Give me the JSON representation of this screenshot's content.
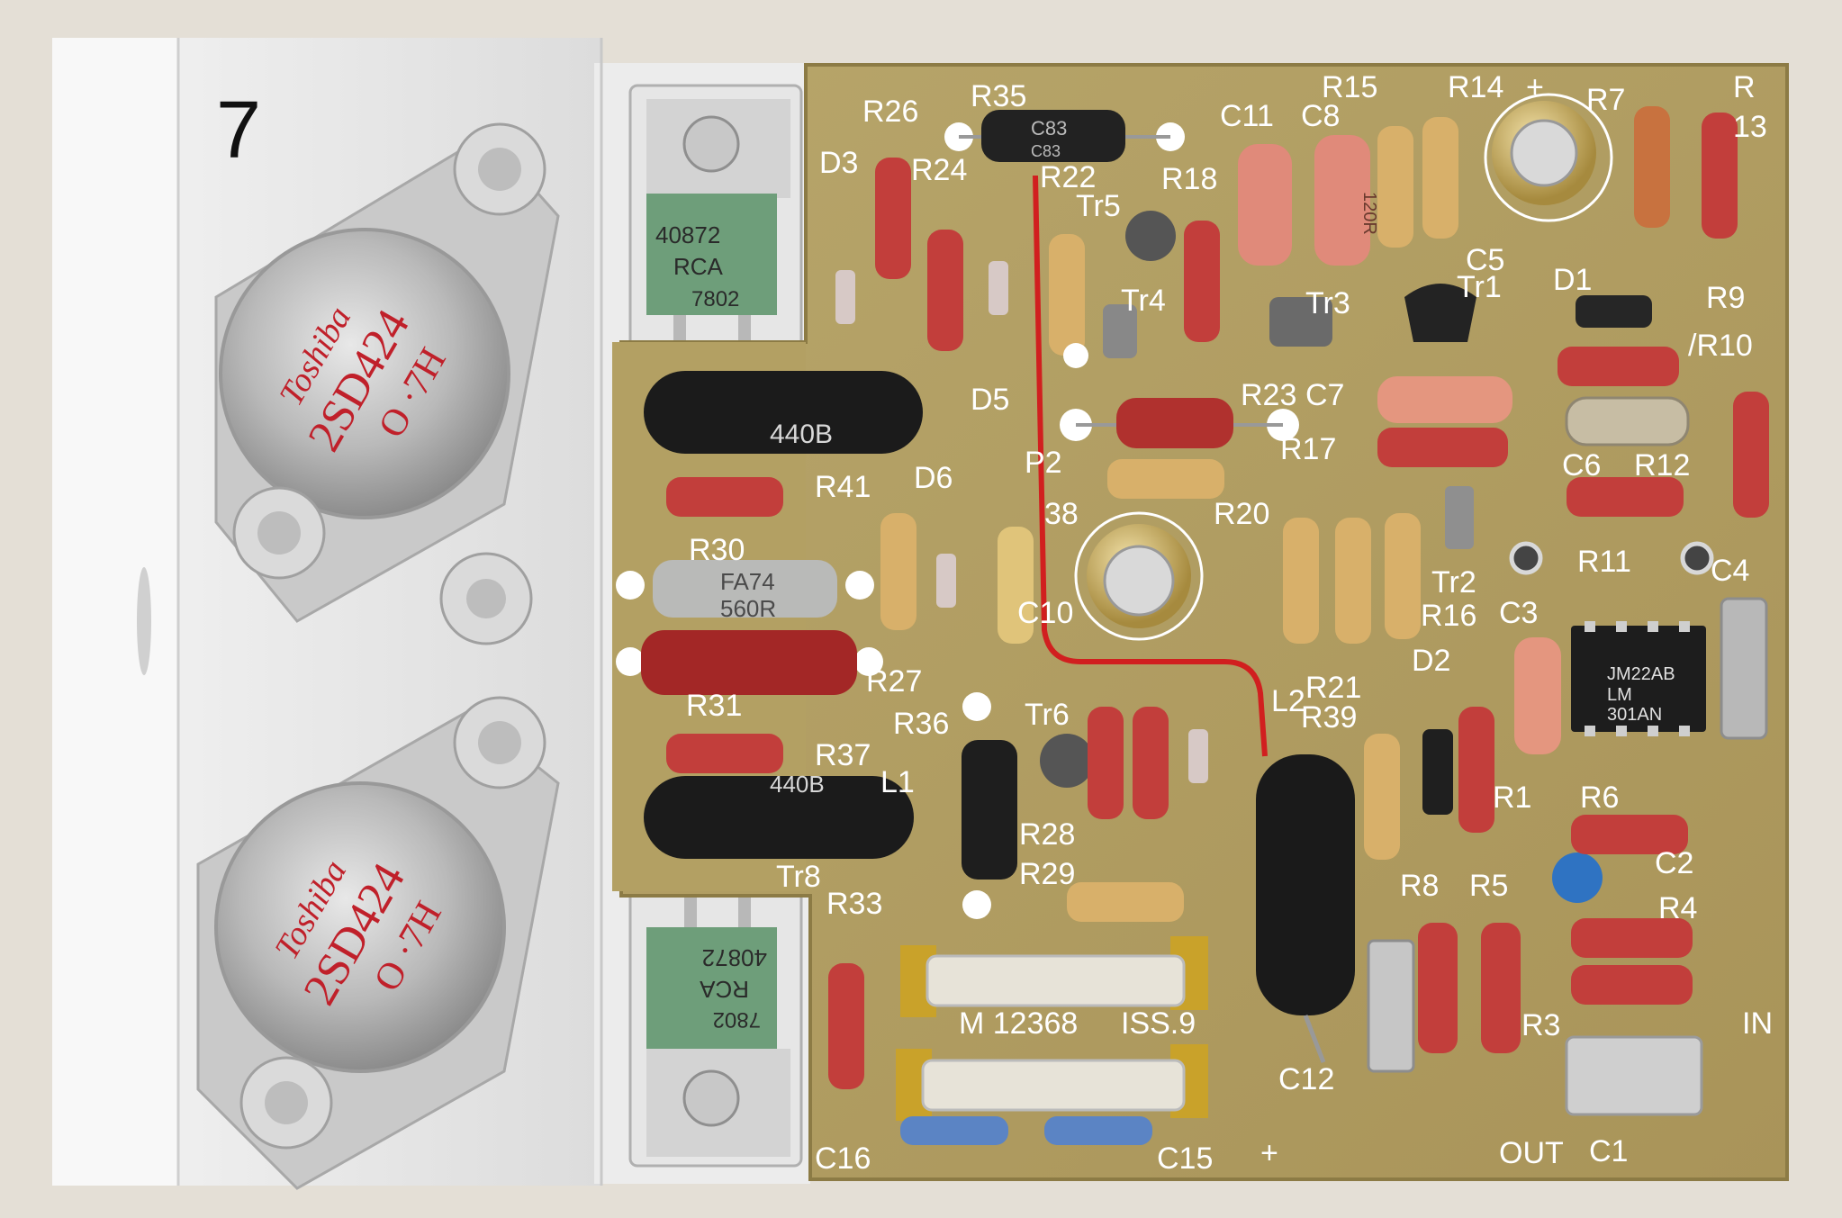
{
  "heatsink": {
    "note": "7",
    "transistor_1": {
      "brand": "Toshiba",
      "part": "2SD424",
      "code": "O ·7H"
    },
    "transistor_2": {
      "brand": "Toshiba",
      "part": "2SD424",
      "code": "O ·7H"
    }
  },
  "driver_1": {
    "line1": "40872",
    "line2": "RCA",
    "line3": "7802"
  },
  "driver_2": {
    "line1": "40872",
    "line2": "RCA",
    "line3": "7802"
  },
  "components": {
    "choke_1": "440B",
    "choke_2": "440B",
    "r30_body_1": "FA74",
    "r30_body_2": "560R",
    "r35_body_1": "C83",
    "r35_body_2": "C83",
    "c8_body": "120R",
    "ic_line1": "JM22AB",
    "ic_line2": "LM",
    "ic_line3": "301AN"
  },
  "board_text": {
    "board_id": "M 12368",
    "issue": "ISS.9",
    "plus": "+",
    "out": "OUT",
    "in": "IN"
  },
  "silkscreen": [
    "R26",
    "R35",
    "R15",
    "R14",
    "+",
    "R7",
    "R",
    "13",
    "C11",
    "C8",
    "D3",
    "R24",
    "R22",
    "R18",
    "Tr5",
    "Tr4",
    "Tr3",
    "Tr1",
    "C5",
    "D1",
    "R9",
    "/R10",
    "D5",
    "R23",
    "C7",
    "R17",
    "R41",
    "D6",
    "P2",
    "38",
    "R20",
    "C6",
    "R12",
    "R30",
    "R11",
    "C4",
    "C10",
    "Tr2",
    "R16",
    "C3",
    "R27",
    "R21",
    "D2",
    "R31",
    "R36",
    "Tr6",
    "R39",
    "L2",
    "R37",
    "L1",
    "R1",
    "R6",
    "R28",
    "R29",
    "Tr8",
    "R33",
    "R8",
    "R5",
    "C2",
    "R4",
    "C12",
    "R3",
    "C16",
    "C15",
    "C1"
  ]
}
